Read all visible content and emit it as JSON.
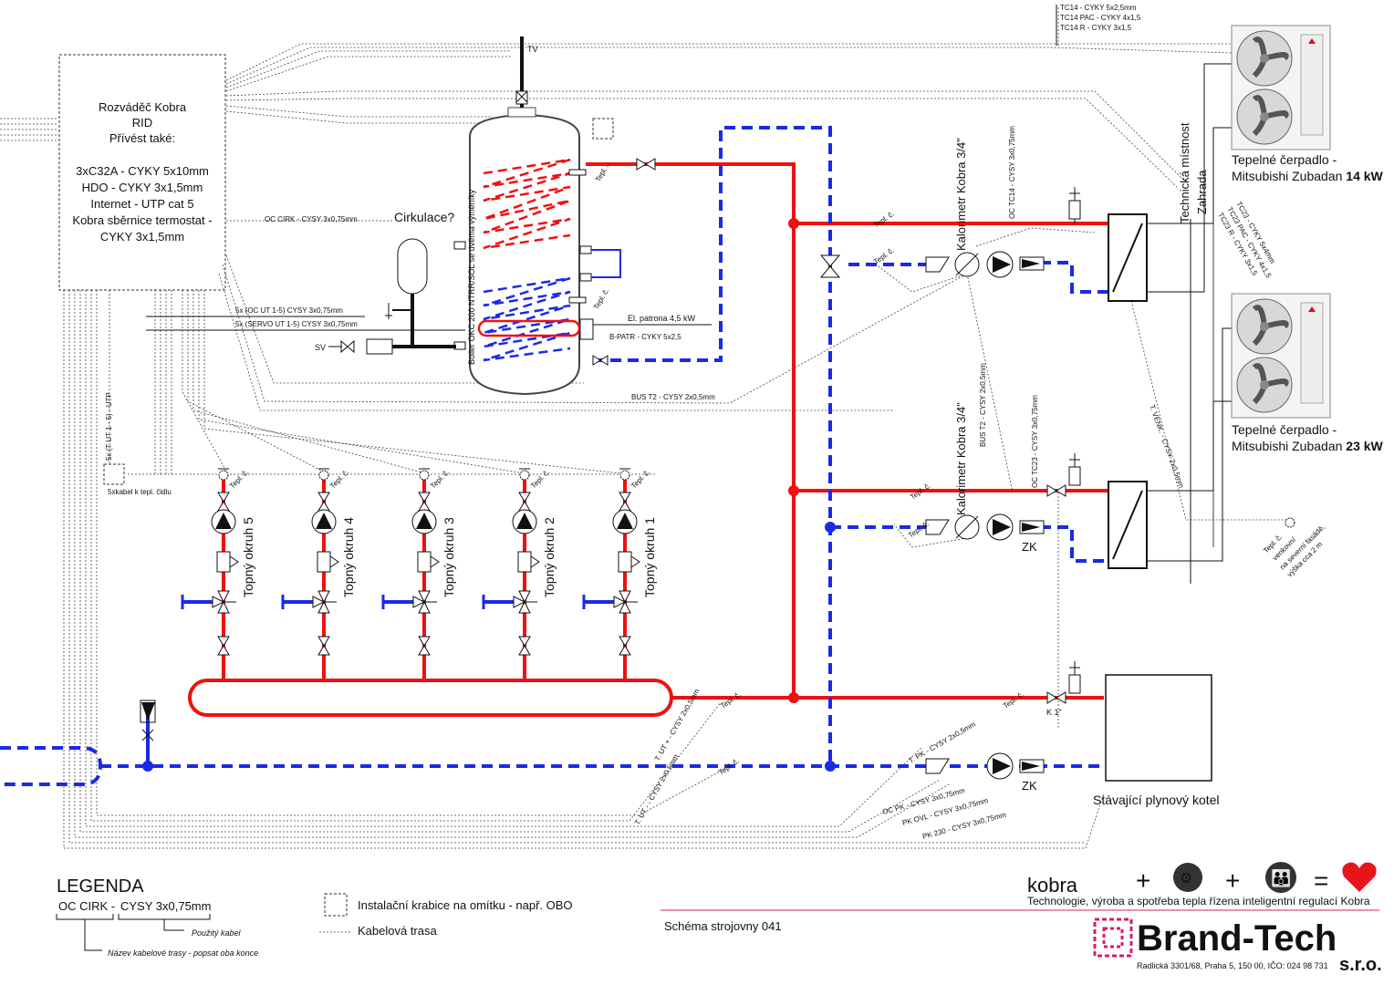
{
  "panel": {
    "lines": [
      "Rozváděč Kobra",
      "RID",
      "Přívést také:",
      "",
      "3xC32A - CYKY 5x10mm",
      "HDO - CYKY 3x1,5mm",
      "Internet - UTP cat 5",
      "Kobra sběrnice termostat -",
      "CYKY 3x1,5mm"
    ]
  },
  "boiler": {
    "label": "Boiler OKC 200 NTRR/SOL se dvěma výměníky",
    "tv": "TV",
    "sv": "SV",
    "cirkulace": "Cirkulace?",
    "el_patrona": "El. patrona 4,5 kW",
    "b_patr": "B-PATR - CYKY 5x2,5",
    "tepl": "Tepl. č."
  },
  "cables": {
    "oc_cirk": "OC CIRK - CYSY 3x0,75mm",
    "oc_ut": "5x (OC UT 1-5) CYSY 3x0,75mm",
    "servo_ut": "5x (SERVO UT 1-5) CYSY 3x0,75mm",
    "t_ut_utp": "5x (T UT 1 - 5) - UTP",
    "bus_t2": "BUS T2 - CYSY 2x0,5mm",
    "bus_t2_vert": "BUS T2 - CYSY 2x0,5mm",
    "oc_tc14": "OC TC14 - CYSY 3x0,75mm",
    "oc_tc23": "OC TC23 - CYSY 3x0,75mm",
    "t_venk": "T. VENK. - CYSY 2x0,5mm",
    "t_ut_plus": "T. UT + - CYSY 2x0,5mm",
    "t_ut_minus": "T. UT - - CYSY 2x0,5mm",
    "t_pk": "T. PK - CYSY 2x0,5mm",
    "oc_pk": "OC PK - CYSY 3x0,75mm",
    "pk_ovl": "PK OVL - CYSY 3x0,75mm",
    "pk_230": "PK 230 - CYSY 3x0,75mm",
    "tc14_cables": [
      "TC14 - CYKY 5x2,5mm",
      "TC14 PAC - CYKY 4x1,5",
      "TC14 R - CYKY 3x1,5"
    ],
    "tc23_cables": [
      "TC23 - CYKY 5x4mm",
      "TC23 PAC - CYKY 4x1,5",
      "TC23 R - CYKY 3x1,5"
    ],
    "sensor_box": "5xkabel k tepl. čidlu"
  },
  "circuits": [
    "Topný okruh 5",
    "Topný okruh 4",
    "Topný okruh 3",
    "Topný okruh 2",
    "Topný okruh 1"
  ],
  "kalorimetr": "Kalorimetr Kobra 3/4\"",
  "zk": "ZK",
  "k1": "K 1\"",
  "tepl_c": "Tepl. č.",
  "rooms": {
    "technical": "Technická místnost",
    "garden": "Zahrada"
  },
  "heatpumps": [
    {
      "line1": "Tepelné čerpadlo -",
      "line2": "Mitsubishi Zubadan ",
      "power": "14 kW"
    },
    {
      "line1": "Tepelné čerpadlo -",
      "line2": "Mitsubishi Zubadan ",
      "power": "23 kW"
    }
  ],
  "outdoor_sensor": [
    "Tepl. č.",
    "venkovní",
    "na severní fasádě,",
    "výška cca 2 m"
  ],
  "gas_boiler": "Stávající plynový kotel",
  "legend": {
    "title": "LEGENDA",
    "name": "OC CIRK -",
    "cable": "CYSY 3x0,75mm",
    "used_cable": "Použitý kabel",
    "route_name": "Název kabelové trasy - popsat oba konce",
    "box": "Instalační krabice na omítku - např. OBO",
    "route": "Kabelová trasa"
  },
  "footer": {
    "schema": "Schéma strojovny 041",
    "kobra": "kobra",
    "tagline": "Technologie, výroba a spotřeba tepla řízena inteligentní regulací Kobra",
    "brand": "Brand-Tech",
    "sro": "s.r.o.",
    "address": "Radlická 3301/68, Praha 5, 150 00, IČO: 024 98 731"
  },
  "colors": {
    "supply": "#ee1111",
    "return": "#1a2ae6",
    "heart": "#e8141c",
    "brand": "#d81b6a"
  }
}
